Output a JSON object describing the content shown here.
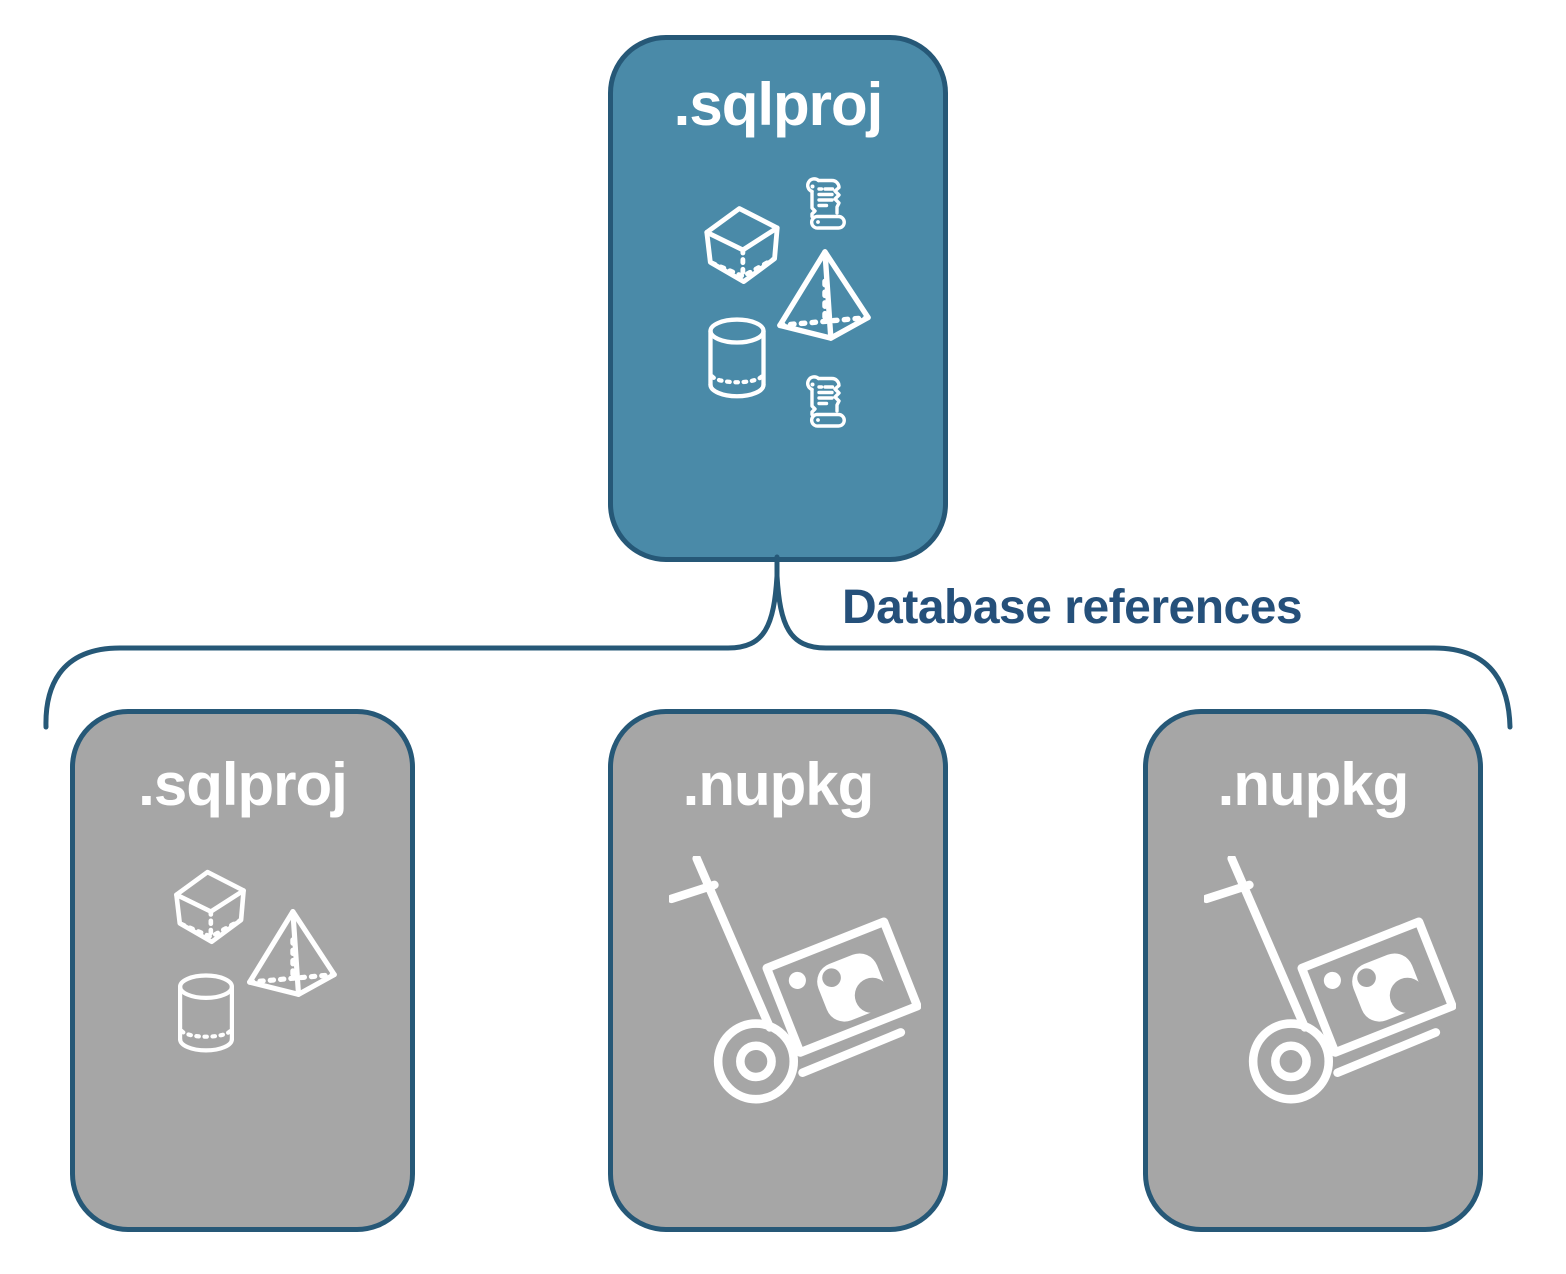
{
  "colors": {
    "background": "#FFFFFF",
    "accent_teal": "#4A8AA8",
    "node_gray": "#A6A6A6",
    "line_navy": "#265877",
    "label_navy": "#25507A",
    "icon_white": "#FFFFFF"
  },
  "edge": {
    "label": "Database references"
  },
  "nodes": {
    "root": {
      "label": ".sqlproj",
      "icons": [
        "script-scroll-icon",
        "cube-icon",
        "pyramid-icon",
        "cylinder-icon",
        "script-scroll-icon"
      ]
    },
    "children": [
      {
        "label": ".sqlproj",
        "icons": [
          "cube-icon",
          "pyramid-icon",
          "cylinder-icon"
        ]
      },
      {
        "label": ".nupkg",
        "icons": [
          "hand-truck-package-icon"
        ]
      },
      {
        "label": ".nupkg",
        "icons": [
          "hand-truck-package-icon"
        ]
      }
    ]
  }
}
